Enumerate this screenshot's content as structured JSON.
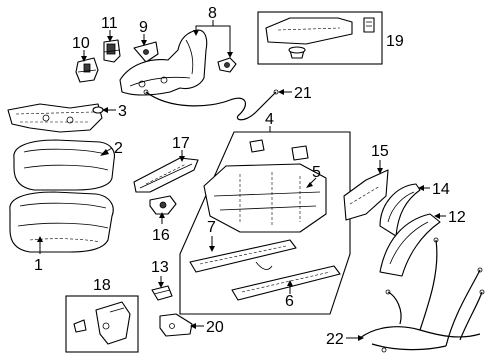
{
  "callouts": {
    "c1": "1",
    "c2": "2",
    "c3": "3",
    "c4": "4",
    "c5": "5",
    "c6": "6",
    "c7": "7",
    "c8": "8",
    "c9": "9",
    "c10": "10",
    "c11": "11",
    "c12": "12",
    "c13": "13",
    "c14": "14",
    "c15": "15",
    "c16": "16",
    "c17": "17",
    "c18": "18",
    "c19": "19",
    "c20": "20",
    "c21": "21",
    "c22": "22"
  },
  "colors": {
    "line": "#000000",
    "fill": "#ffffff",
    "shade": "#3a3a3a"
  }
}
